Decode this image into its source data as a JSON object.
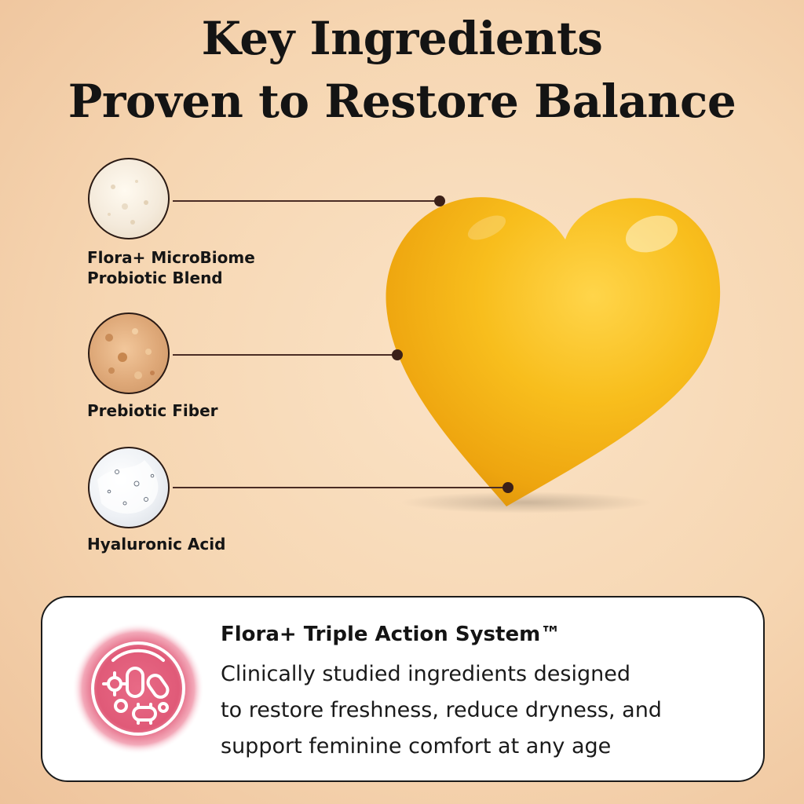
{
  "header": {
    "title_line_1": "Key Ingredients",
    "title_line_2": "Proven to Restore Balance"
  },
  "ingredients": [
    {
      "label_lines": [
        "Flora+ MicroBiome",
        "Probiotic Blend"
      ],
      "icon": "white-powder-image"
    },
    {
      "label_lines": [
        "Prebiotic Fiber"
      ],
      "icon": "beige-powder-image"
    },
    {
      "label_lines": [
        "Hyaluronic Acid"
      ],
      "icon": "clear-gel-image"
    }
  ],
  "product": {
    "icon": "yellow-heart-softgel-image",
    "color": "#f5b91c"
  },
  "callout": {
    "title": "Flora+ Triple Action System™",
    "body_lines": [
      "Clinically studied ingredients designed",
      "to restore freshness, reduce dryness, and",
      "support feminine comfort at any age"
    ],
    "icon": "microbiome-petri-dish-icon",
    "accent_color": "#e05a78"
  },
  "colors": {
    "background": "#f6d6b2",
    "connector": "#4a2c24",
    "card_border": "#1b1b1b"
  }
}
